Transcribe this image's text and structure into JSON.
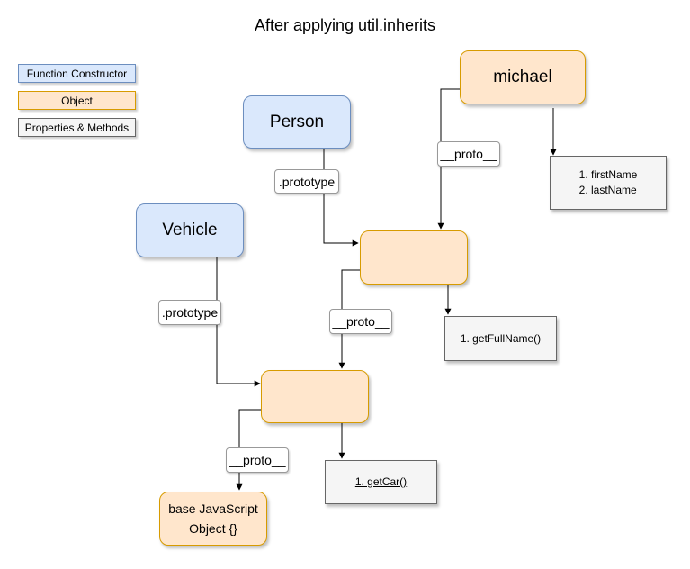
{
  "title": "After applying util.inherits",
  "legend": {
    "function_constructor": "Function Constructor",
    "object": "Object",
    "properties_methods": "Properties & Methods"
  },
  "nodes": {
    "person": "Person",
    "vehicle": "Vehicle",
    "michael": "michael",
    "base_object_line1": "base JavaScript",
    "base_object_line2": "Object {}"
  },
  "edge_labels": {
    "person_prototype": ".prototype",
    "vehicle_prototype": ".prototype",
    "michael_proto": "__proto__",
    "person_obj_proto": "__proto__",
    "vehicle_obj_proto": "__proto__"
  },
  "properties": {
    "michael": [
      "1. firstName",
      "2. lastName"
    ],
    "person_obj": [
      "1. getFullName()"
    ],
    "vehicle_obj": [
      "1. getCar()"
    ]
  },
  "colors": {
    "function_constructor_fill": "#dae8fc",
    "function_constructor_stroke": "#6c8ebf",
    "object_fill": "#ffe6cc",
    "object_stroke": "#d79b00",
    "property_fill": "#f5f5f5",
    "property_stroke": "#666666"
  }
}
